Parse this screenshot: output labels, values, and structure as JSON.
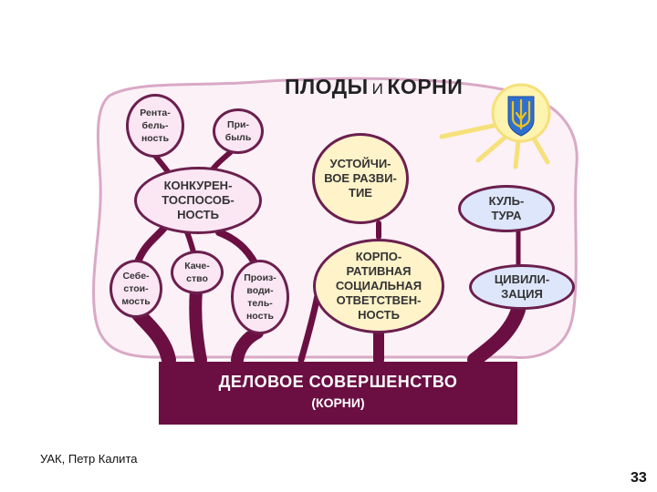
{
  "title": {
    "part1": "ПЛОДЫ",
    "conj": "И",
    "part2": "КОРНИ"
  },
  "nodes": {
    "rentabelnost": "Рента-\nбель-\nность",
    "pribyl": "При-\nбыль",
    "konkurentosposobnost": "КОНКУРЕН-\nТОСПОСОБ-\nНОСТЬ",
    "sebestoimost": "Себе-\nстои-\nмость",
    "kachestvo": "Каче-\nство",
    "proizvoditelnost": "Произ-\nводи-\nтель-\nность",
    "ustoichivoe_razvitie": "УСТОЙЧИ-\nВОЕ РАЗВИ-\nТИЕ",
    "korporativnaya_otvetstvennost": "КОРПО-\nРАТИВНАЯ\nСОЦИАЛЬНАЯ\nОТВЕТСТВЕН-\nНОСТЬ",
    "kultura": "КУЛЬ-\nТУРА",
    "civilizaciya": "ЦИВИЛИ-\nЗАЦИЯ"
  },
  "base": {
    "line1": "ДЕЛОВОЕ СОВЕРШЕНСТВО",
    "line2": "(КОРНИ)"
  },
  "footer": {
    "author": "УАК, Петр  Калита",
    "page_number": "33"
  },
  "colors": {
    "root": "#6b0f42",
    "cloud": "#fbf1f7",
    "pink_node": "#fbe6f4",
    "cream_node": "#fff3c9",
    "blue_node": "#dde6fb",
    "sun": "#fff3b0",
    "sun_rays": "#f6e07a",
    "trident_shield": "#2f6fcf",
    "trident": "#f0c419"
  },
  "icons": {
    "sun": "sun-icon",
    "emblem": "ukraine-trident-icon"
  }
}
